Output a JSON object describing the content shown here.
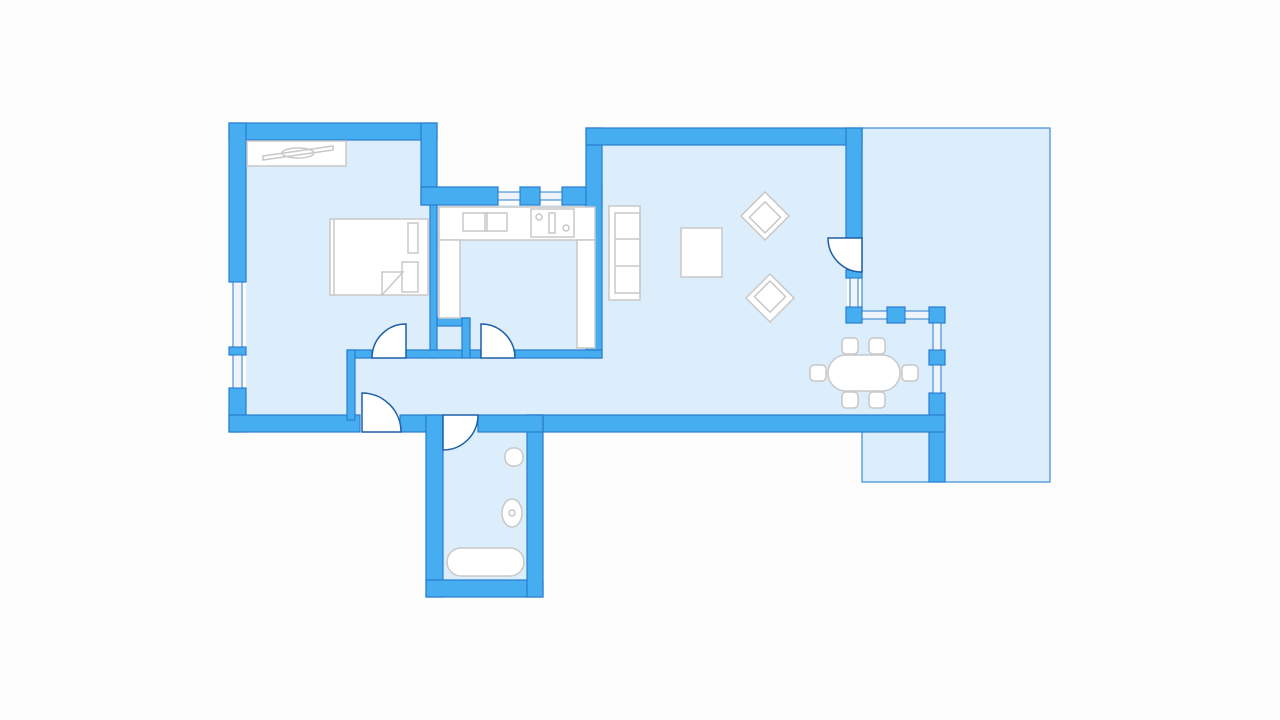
{
  "title": "",
  "colors": {
    "wall": "#45adf0",
    "wall_outline": "#2a7dd0",
    "floor": "#dcedfc",
    "door": "#1f5fa8",
    "furniture": "#c8c8c8"
  },
  "rooms": [
    "bedroom",
    "kitchen",
    "hallway",
    "living-room",
    "bathroom",
    "terrace"
  ]
}
